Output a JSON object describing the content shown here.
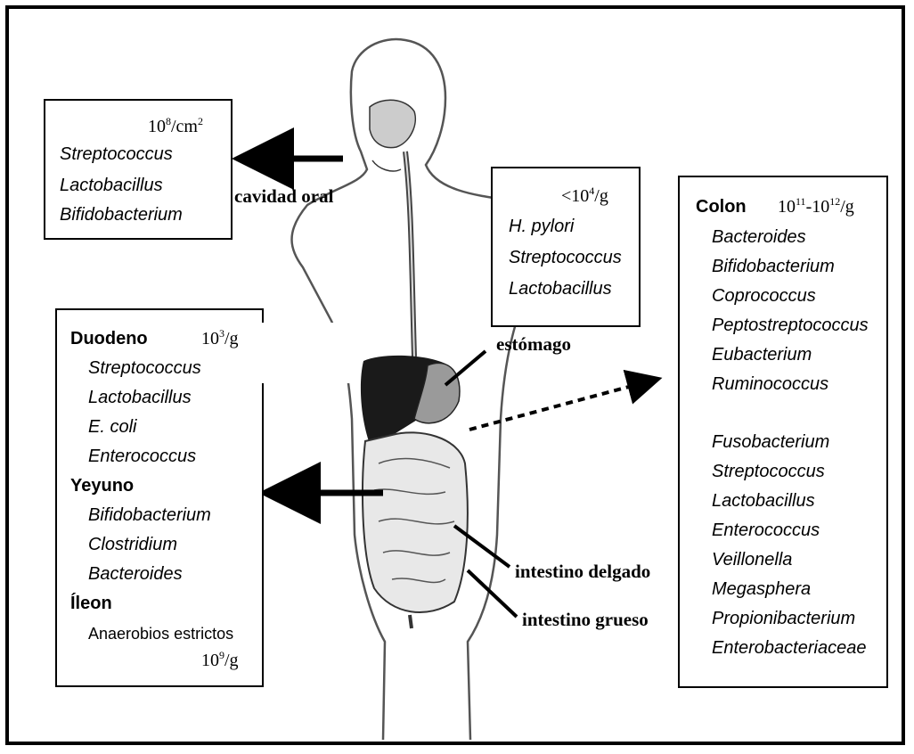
{
  "labels": {
    "oral": "cavidad oral",
    "stomach": "estómago",
    "small_intestine": "intestino delgado",
    "large_intestine": "intestino grueso"
  },
  "oral_box": {
    "density_base": "10",
    "density_exp": "8",
    "density_unit": "/cm",
    "density_unit_exp": "2",
    "species": [
      "Streptococcus",
      "Lactobacillus",
      "Bifidobacterium"
    ]
  },
  "stomach_box": {
    "density_prefix": "<10",
    "density_exp": "4",
    "density_unit": "/g",
    "species": [
      "H. pylori",
      "Streptococcus",
      "Lactobacillus"
    ]
  },
  "small_box": {
    "duodeno": {
      "title": "Duodeno",
      "density_base": "10",
      "density_exp": "3",
      "density_unit": "/g",
      "species": [
        "Streptococcus",
        "Lactobacillus",
        "E. coli",
        "Enterococcus"
      ]
    },
    "yeyuno": {
      "title": "Yeyuno",
      "species": [
        "Bifidobacterium",
        "Clostridium",
        "Bacteroides"
      ]
    },
    "ileon": {
      "title": "Íleon",
      "note": "Anaerobios estrictos",
      "density_base": "10",
      "density_exp": "9",
      "density_unit": "/g"
    }
  },
  "colon_box": {
    "title": "Colon",
    "density_a_base": "10",
    "density_a_exp": "11",
    "density_sep": "-",
    "density_b_base": "10",
    "density_b_exp": "12",
    "density_unit": "/g",
    "group1": [
      "Bacteroides",
      "Bifidobacterium",
      "Coprococcus",
      "Peptostreptococcus",
      "Eubacterium",
      "Ruminococcus"
    ],
    "group2": [
      "Fusobacterium",
      "Streptococcus",
      "Lactobacillus",
      "Enterococcus",
      "Veillonella",
      "Megasphera",
      "Propionibacterium",
      "Enterobacteriaceae"
    ]
  }
}
